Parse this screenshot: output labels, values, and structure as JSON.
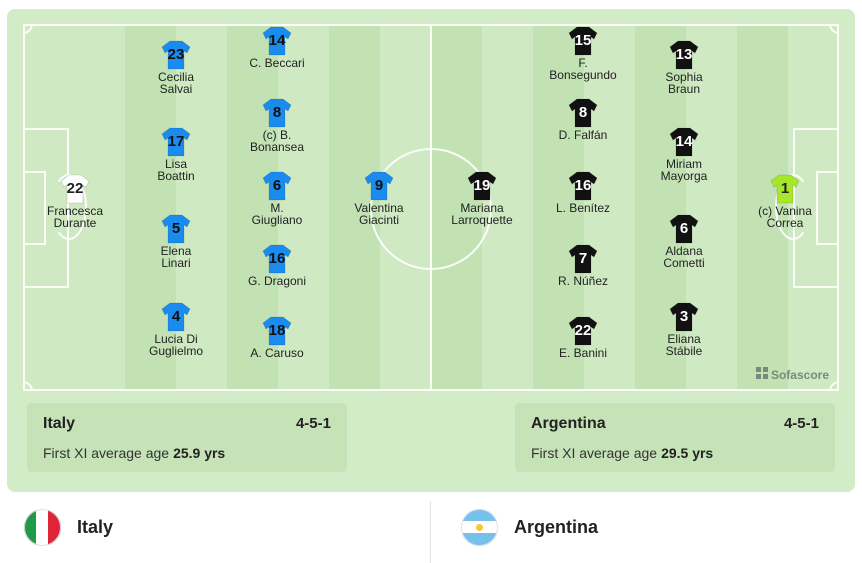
{
  "colors": {
    "italy_shirt": "#1a8cf0",
    "italy_gk_shirt": "#ffffff",
    "argentina_shirt": "#111111",
    "argentina_gk_shirt": "#a8e62a"
  },
  "watermark": "Sofascore",
  "italy": {
    "name": "Italy",
    "formation": "4-5-1",
    "age_label": "First XI average age",
    "age_value": "25.9 yrs",
    "players": [
      {
        "num": "22",
        "name": "Francesca\nDurante",
        "gk": true
      },
      {
        "num": "23",
        "name": "Cecilia\nSalvai"
      },
      {
        "num": "17",
        "name": "Lisa\nBoattin"
      },
      {
        "num": "5",
        "name": "Elena\nLinari"
      },
      {
        "num": "4",
        "name": "Lucia Di\nGuglielmo"
      },
      {
        "num": "14",
        "name": "C. Beccari"
      },
      {
        "num": "8",
        "name": "(c) B.\nBonansea"
      },
      {
        "num": "6",
        "name": "M.\nGiugliano"
      },
      {
        "num": "16",
        "name": "G. Dragoni"
      },
      {
        "num": "18",
        "name": "A. Caruso"
      },
      {
        "num": "9",
        "name": "Valentina\nGiacinti"
      }
    ]
  },
  "argentina": {
    "name": "Argentina",
    "formation": "4-5-1",
    "age_label": "First XI average age",
    "age_value": "29.5 yrs",
    "players": [
      {
        "num": "19",
        "name": "Mariana\nLarroquette"
      },
      {
        "num": "15",
        "name": "F.\nBonsegundo"
      },
      {
        "num": "8",
        "name": "D. Falfán"
      },
      {
        "num": "16",
        "name": "L. Benítez"
      },
      {
        "num": "7",
        "name": "R. Núñez"
      },
      {
        "num": "22",
        "name": "E. Banini"
      },
      {
        "num": "13",
        "name": "Sophia\nBraun"
      },
      {
        "num": "14",
        "name": "Miriam\nMayorga"
      },
      {
        "num": "6",
        "name": "Aldana\nCometti"
      },
      {
        "num": "3",
        "name": "Eliana\nStábile"
      },
      {
        "num": "1",
        "name": "(c) Vanina\nCorrea",
        "gk": true
      }
    ]
  }
}
